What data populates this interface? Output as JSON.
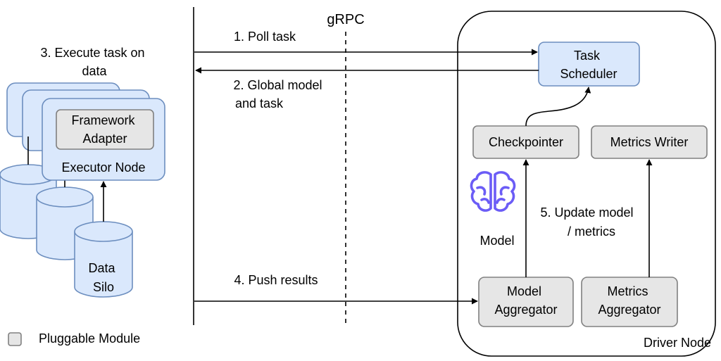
{
  "colors": {
    "executor_fill": "#dae8fc",
    "executor_stroke": "#6c8ebf",
    "module_fill": "#e6e6e6",
    "module_stroke": "#808080",
    "brain_icon": "#6b5cf6",
    "line": "#000000"
  },
  "protocol_label": "gRPC",
  "executor_side": {
    "execute_label": [
      "3. Execute task on",
      "data"
    ],
    "framework_adapter": [
      "Framework",
      "Adapter"
    ],
    "executor_node": "Executor Node",
    "data_silo": [
      "Data",
      "Silo"
    ]
  },
  "arrows": {
    "poll_task": "1. Poll task",
    "global_model": [
      "2. Global model",
      "and task"
    ],
    "push_results": "4. Push results",
    "update_model": [
      "5. Update model",
      "/ metrics"
    ]
  },
  "driver": {
    "task_scheduler": [
      "Task",
      "Scheduler"
    ],
    "checkpointer": "Checkpointer",
    "metrics_writer": "Metrics Writer",
    "model_icon": "brain-icon",
    "model_label": "Model",
    "model_aggregator": [
      "Model",
      "Aggregator"
    ],
    "metrics_aggregator": [
      "Metrics",
      "Aggregator"
    ],
    "node_label": "Driver Node"
  },
  "legend": {
    "label": "Pluggable Module"
  }
}
